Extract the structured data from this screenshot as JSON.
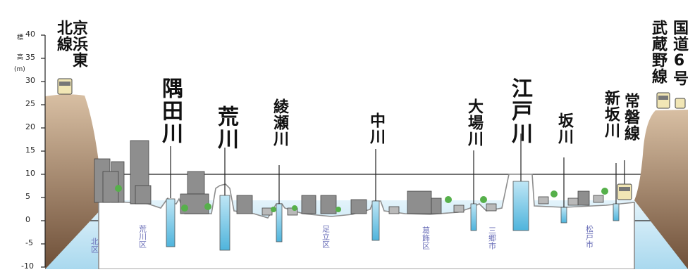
{
  "axis": {
    "label_top": "標",
    "label_mid": "高",
    "unit": "(m)",
    "ticks": [
      "40",
      "35",
      "30",
      "25",
      "20",
      "15",
      "10",
      "5",
      "0",
      "-5",
      "-10"
    ]
  },
  "labels": {
    "keihin_tohoku": "京浜東北線",
    "sumidagawa": "隅田川",
    "arakawa": "荒川",
    "ayasegawa": "綾瀬川",
    "nakagawa": "中川",
    "ogegawa": "大場川",
    "edogawa": "江戸川",
    "sakagawa": "坂川",
    "shinsakagawa": "新坂川",
    "joban": "常磐線",
    "musashino": "武蔵野線",
    "route6": "国道6号"
  },
  "wards": {
    "kita": "北区",
    "arakawa_ku": "荒川区",
    "adachi": "足立区",
    "katsushika": "葛飾区",
    "misato": "三郷市",
    "matsudo": "松戸市"
  },
  "colors": {
    "hill_top": "#c9a98a",
    "hill_bottom": "#7a5a40",
    "water": "#a8d8ee",
    "river": "#6fc6e6",
    "ground": "#9c9c9c",
    "ward_text": "#6b6fb8",
    "building": "#8a8a8a",
    "tree": "#56b04a"
  }
}
